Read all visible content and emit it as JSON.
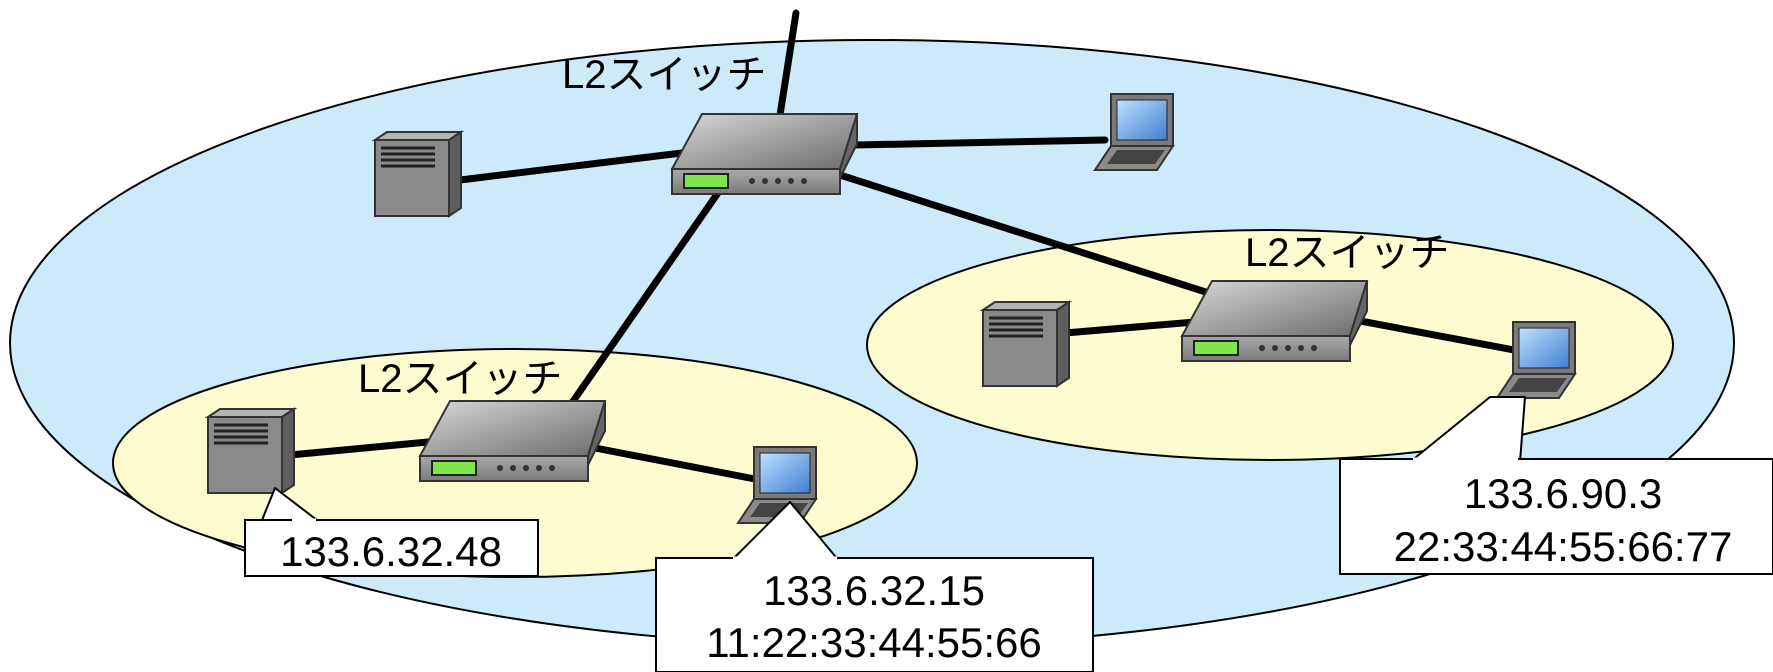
{
  "switch_label": "L2スイッチ",
  "callouts": {
    "server_left": {
      "ip": "133.6.32.48"
    },
    "laptop_left": {
      "ip": "133.6.32.15",
      "mac": "11:22:33:44:55:66"
    },
    "laptop_right": {
      "ip": "133.6.90.3",
      "mac": "22:33:44:55:66:77"
    }
  },
  "colors": {
    "outer_network": "#cdeafa",
    "subnet": "#fdfcd0",
    "device_body": "#8a8a8a",
    "switch_led": "#7ee64a",
    "screen": "#6aa6e8"
  }
}
